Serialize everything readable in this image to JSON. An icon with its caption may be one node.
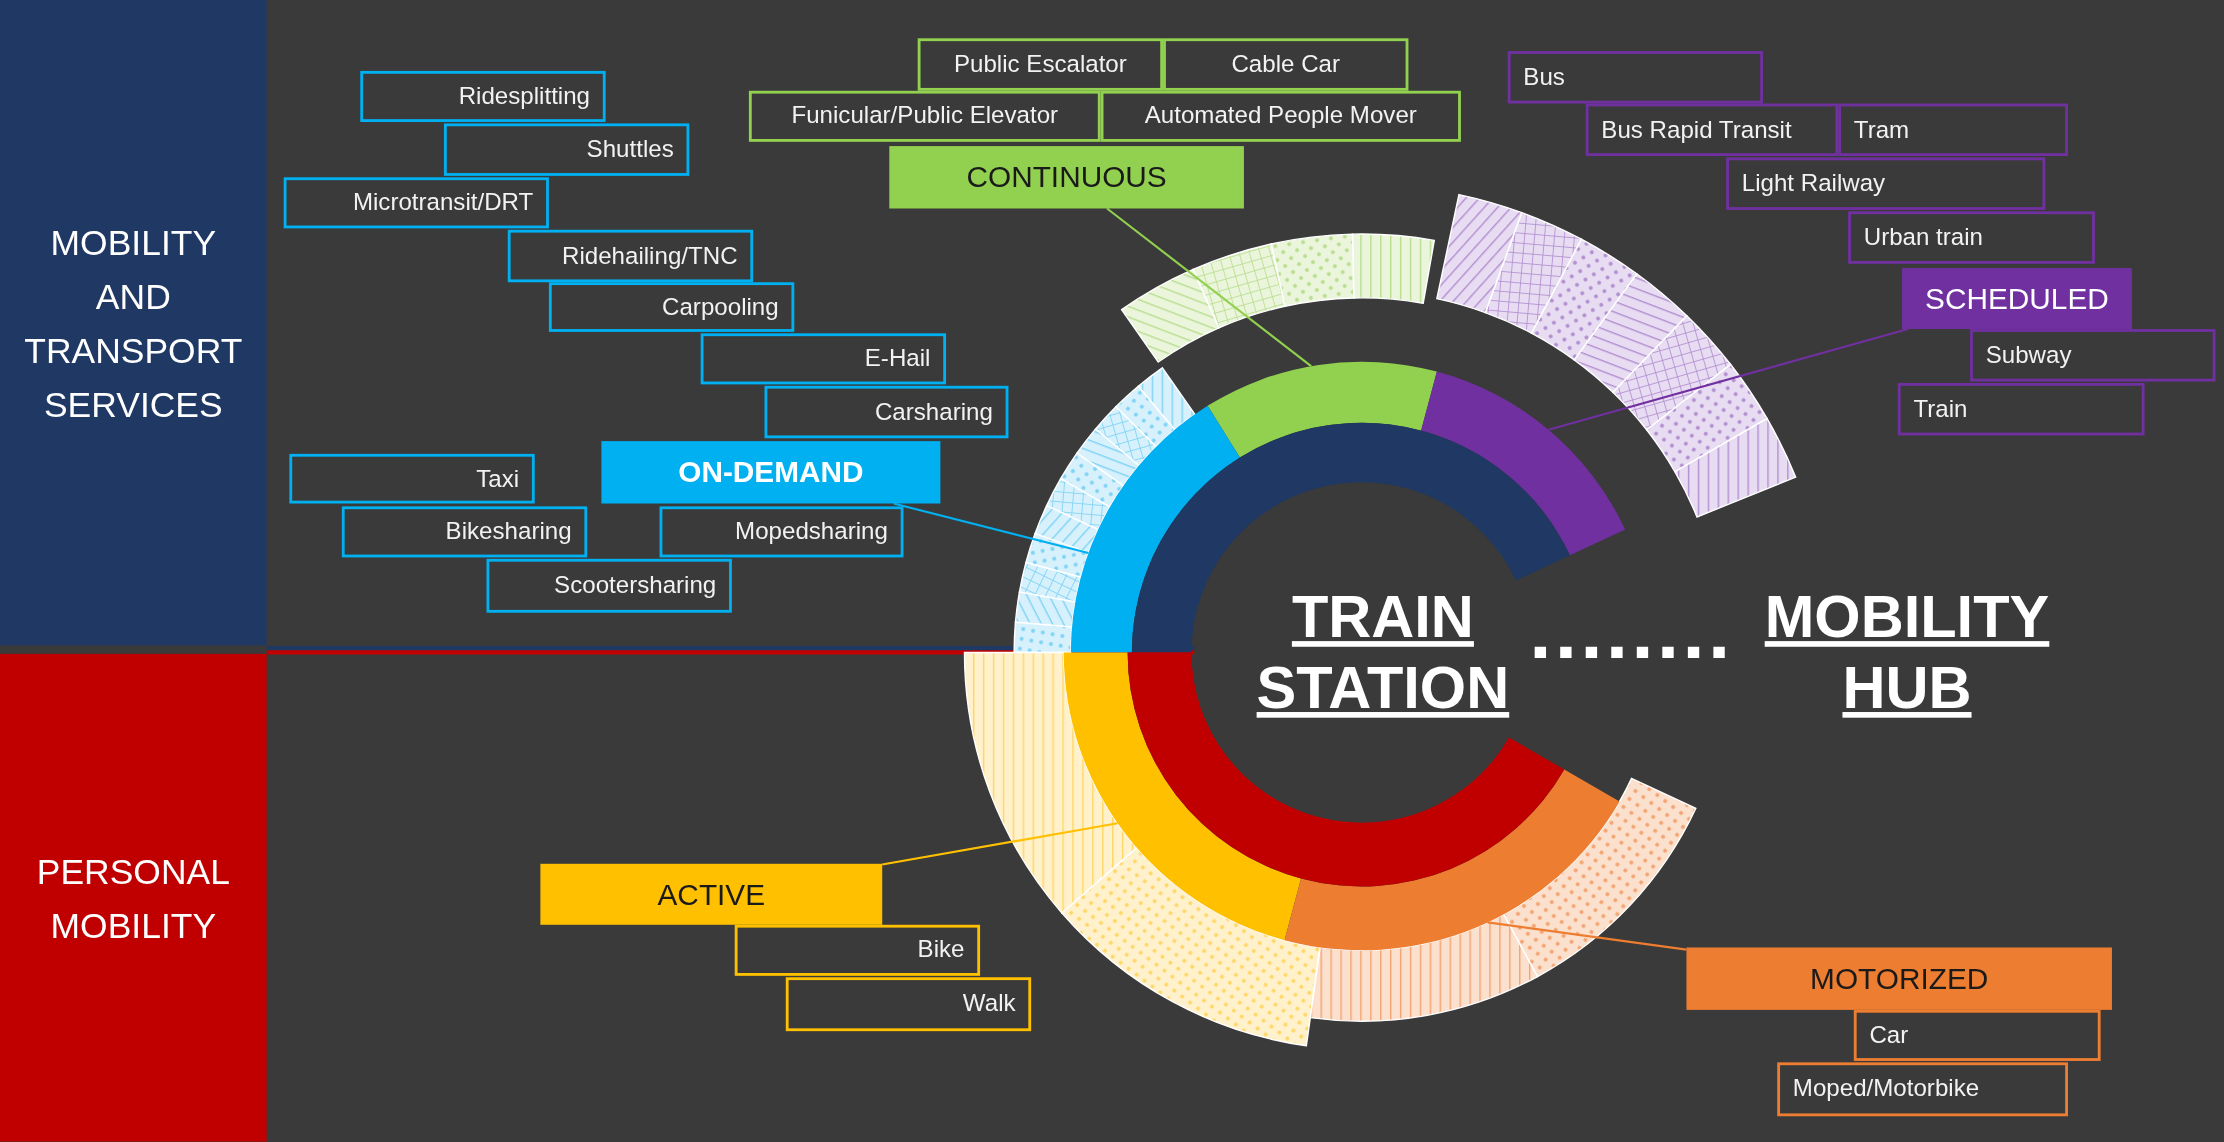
{
  "diagram": {
    "nodes": [
      {
        "text": [
          "MOBILITY AND TRANSPORT SERVICES"
        ]
      },
      {
        "text": [
          "PERSONAL MOBILITY"
        ]
      },
      {
        "text": [
          "Public Escalator"
        ]
      },
      {
        "text": [
          "Cable Car"
        ]
      },
      {
        "text": [
          "Funicular/Public Elevator"
        ]
      },
      {
        "text": [
          "Automated People Mover"
        ]
      },
      {
        "text": [
          "CONTINUOUS"
        ]
      },
      {
        "text": [
          "Bus"
        ]
      },
      {
        "text": [
          "Bus Rapid Transit"
        ]
      },
      {
        "text": [
          "Tram"
        ]
      },
      {
        "text": [
          "Light Railway"
        ]
      },
      {
        "text": [
          "Urban train"
        ]
      },
      {
        "text": [
          "SCHEDULED"
        ]
      },
      {
        "text": [
          "Subway"
        ]
      },
      {
        "text": [
          "Train"
        ]
      },
      {
        "text": [
          "Ridesplitting"
        ]
      },
      {
        "text": [
          "Shuttles"
        ]
      },
      {
        "text": [
          "Microtransit/DRT"
        ]
      },
      {
        "text": [
          "Ridehailing/TNC"
        ]
      },
      {
        "text": [
          "Carpooling"
        ]
      },
      {
        "text": [
          "E-Hail"
        ]
      },
      {
        "text": [
          "Carsharing"
        ]
      },
      {
        "text": [
          "ON-DEMAND"
        ]
      },
      {
        "text": [
          "Taxi"
        ]
      },
      {
        "text": [
          "Bikesharing"
        ]
      },
      {
        "text": [
          "Mopedsharing"
        ]
      },
      {
        "text": [
          "Scootersharing"
        ]
      },
      {
        "text": [
          "TRAIN STATION"
        ]
      },
      {
        "text": [
          "MOBILITY HUB"
        ]
      },
      {
        "text": [
          "ACTIVE"
        ]
      },
      {
        "text": [
          "Bike"
        ]
      },
      {
        "text": [
          "Walk"
        ]
      },
      {
        "text": [
          "MOTORIZED"
        ]
      },
      {
        "text": [
          "Car"
        ]
      },
      {
        "text": [
          "Moped/Motorbike"
        ]
      },
      {
        "text": [],
        "shape": "arc"
      },
      {
        "text": [],
        "shape": "arc"
      },
      {
        "text": [],
        "shape": "arc"
      },
      {
        "text": [],
        "shape": "arc"
      },
      {
        "text": [],
        "shape": "arc"
      },
      {
        "text": [],
        "shape": "arc"
      },
      {
        "text": [],
        "shape": "arc"
      }
    ],
    "edges": [
      {
        "from": 6,
        "to": 35,
        "arrow": "none",
        "color": "#92d050"
      },
      {
        "from": 12,
        "to": 36,
        "arrow": "none",
        "color": "#7030a0"
      },
      {
        "from": 22,
        "to": 37,
        "arrow": "none",
        "color": "#00b0f0"
      },
      {
        "from": 29,
        "to": 38,
        "arrow": "none",
        "color": "#ffc000"
      },
      {
        "from": 32,
        "to": 39,
        "arrow": "none",
        "color": "#ed7d31"
      },
      {
        "from": 27,
        "to": 28,
        "arrow": "none",
        "style": "dashed",
        "color": "#ffffff"
      }
    ]
  }
}
